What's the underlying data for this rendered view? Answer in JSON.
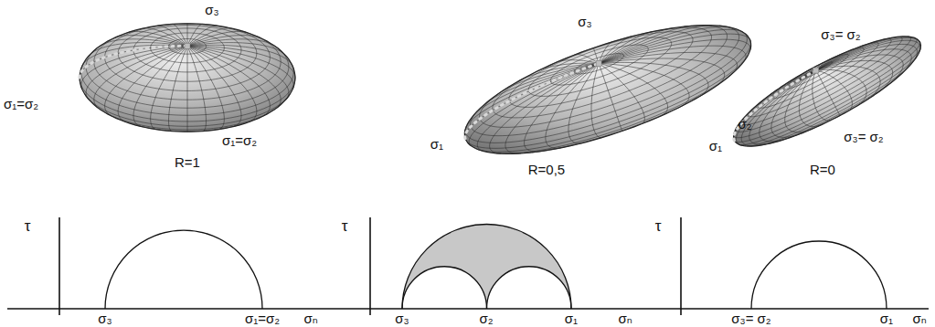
{
  "diagram": {
    "labels": [
      "σ₃",
      "σ₁=σ₂",
      "σ₁=σ₂",
      "R=1",
      "σ₃",
      "σ₁",
      "σ₂",
      "R=0,5",
      "σ₃= σ₂",
      "σ₁",
      "σ₃= σ₂",
      "R=0",
      "τ",
      "σ₃",
      "σ₁=σ₂",
      "σₙ",
      "τ",
      "σ₃",
      "σ₂",
      "σ₁",
      "σₙ",
      "τ",
      "σ₃= σ₂",
      "σ₁",
      "σₙ"
    ]
  }
}
